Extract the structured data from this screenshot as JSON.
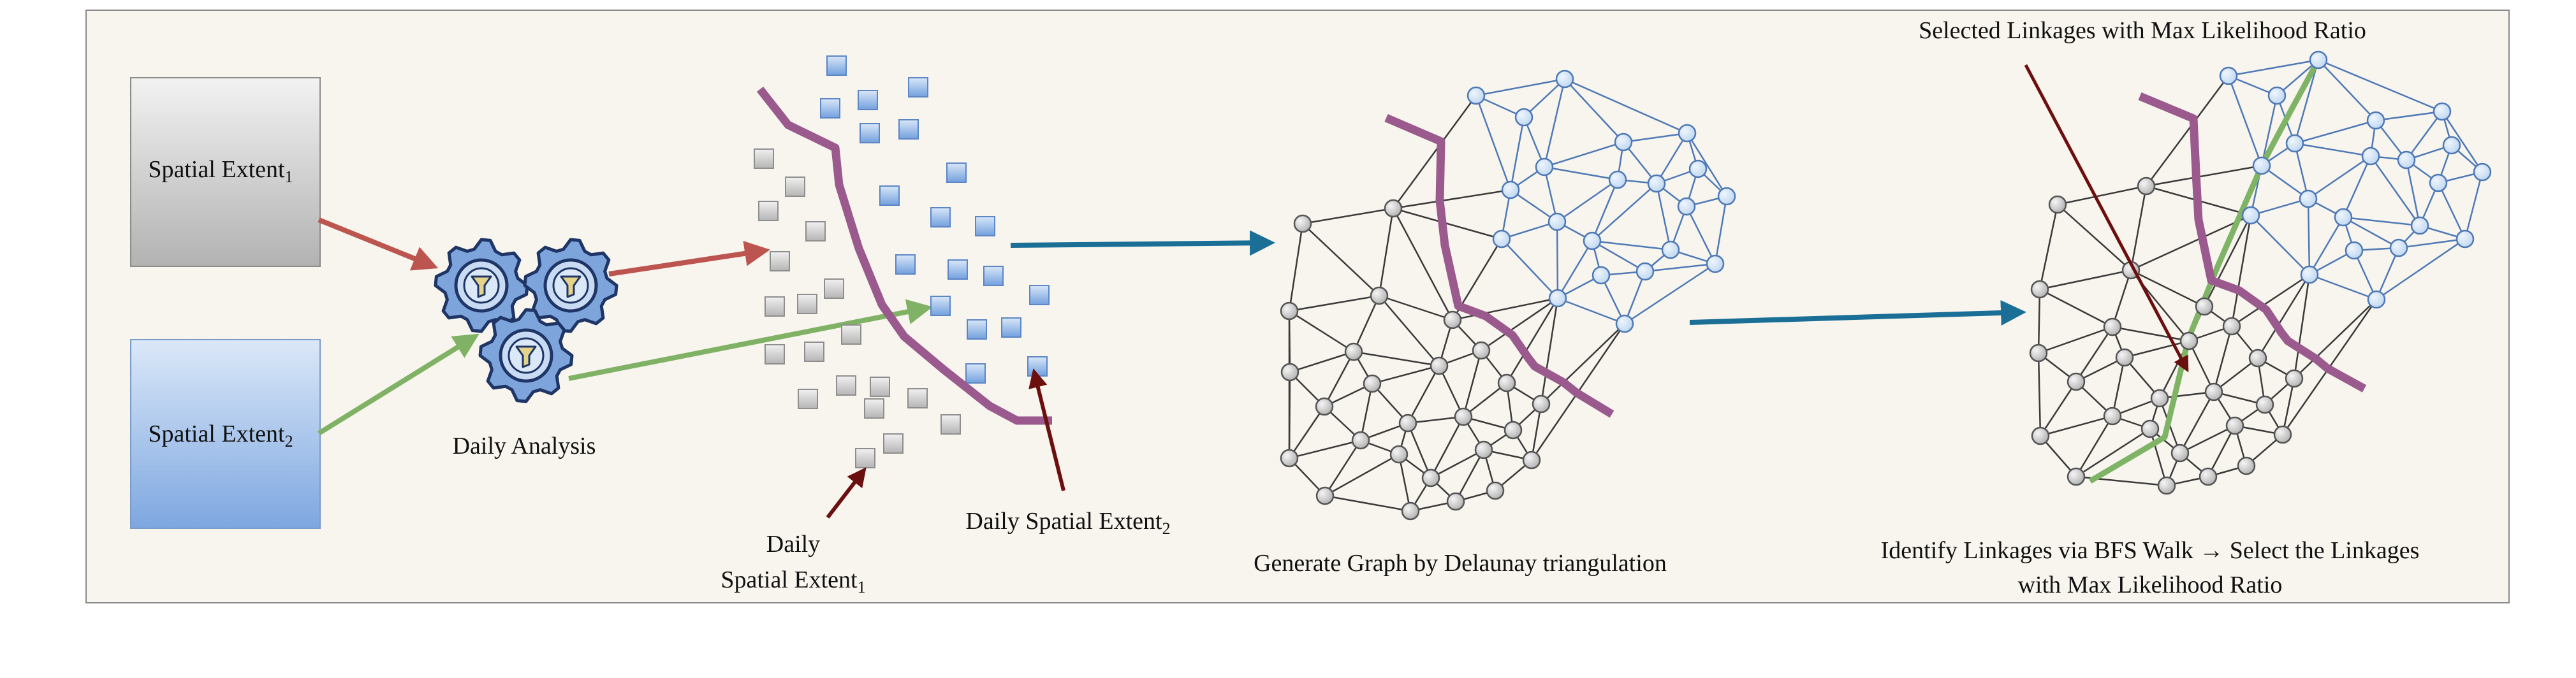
{
  "extent1": {
    "label": "Spatial Extent",
    "sub": "1"
  },
  "extent2": {
    "label": "Spatial Extent",
    "sub": "2"
  },
  "daily_analysis_label": "Daily Analysis",
  "daily_extent1": {
    "line1": "Daily",
    "line2": "Spatial Extent",
    "sub": "1"
  },
  "daily_extent2": {
    "label": "Daily Spatial Extent",
    "sub": "2"
  },
  "graph_caption": "Generate Graph by Delaunay triangulation",
  "selected_label": "Selected Linkages with Max Likelihood Ratio",
  "final_caption": {
    "line1": "Identify Linkages via BFS Walk → Select the Linkages",
    "line2": "with Max Likelihood Ratio"
  },
  "colors": {
    "panel_bg": "#f8f5ee",
    "gray_node": "#cfcfcf",
    "blue_node": "#cfe2f7",
    "boundary": "#9b5a8d",
    "link": "#7fb365",
    "red_arrow": "#bc5550",
    "green_arrow": "#80b266",
    "teal_arrow": "#1b6f96",
    "dark_arrow": "#6b0f0f"
  },
  "icons": [
    "gear-filter-icon",
    "gear-filter-icon",
    "gear-filter-icon"
  ]
}
